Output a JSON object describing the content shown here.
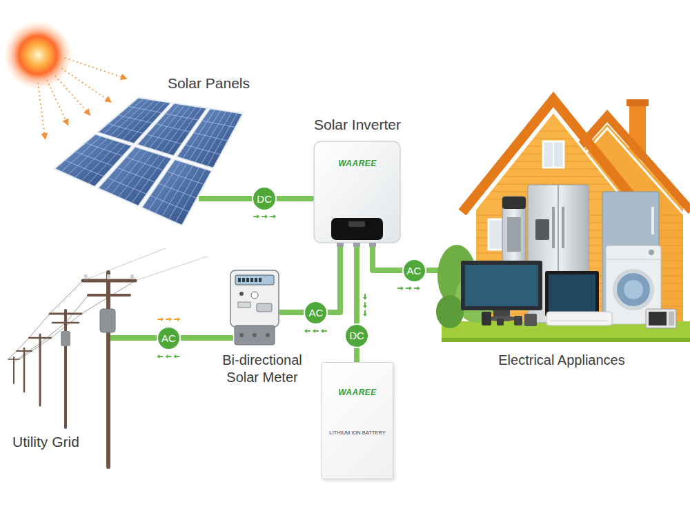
{
  "diagram": {
    "nodes": [
      {
        "text": [
          "Solar Panels"
        ]
      },
      {
        "text": [
          "Solar Inverter",
          "WAAREE"
        ]
      },
      {
        "text": [
          "Electrical Appliances"
        ]
      },
      {
        "text": [
          "Bi-directional Solar Meter"
        ]
      },
      {
        "text": [
          "Utility Grid"
        ]
      },
      {
        "text": [
          "WAAREE",
          "LITHIUM ION BATTERY"
        ]
      }
    ],
    "edges": [
      {
        "from": 0,
        "to": 1,
        "label": "DC",
        "arrow": "to"
      },
      {
        "from": 1,
        "to": 2,
        "label": "AC",
        "arrow": "to"
      },
      {
        "from": 1,
        "to": 3,
        "label": "AC",
        "arrow": "to"
      },
      {
        "from": 3,
        "to": 4,
        "label": "AC",
        "arrow": "both"
      },
      {
        "from": 1,
        "to": 5,
        "label": "DC",
        "arrow": "to"
      }
    ]
  }
}
